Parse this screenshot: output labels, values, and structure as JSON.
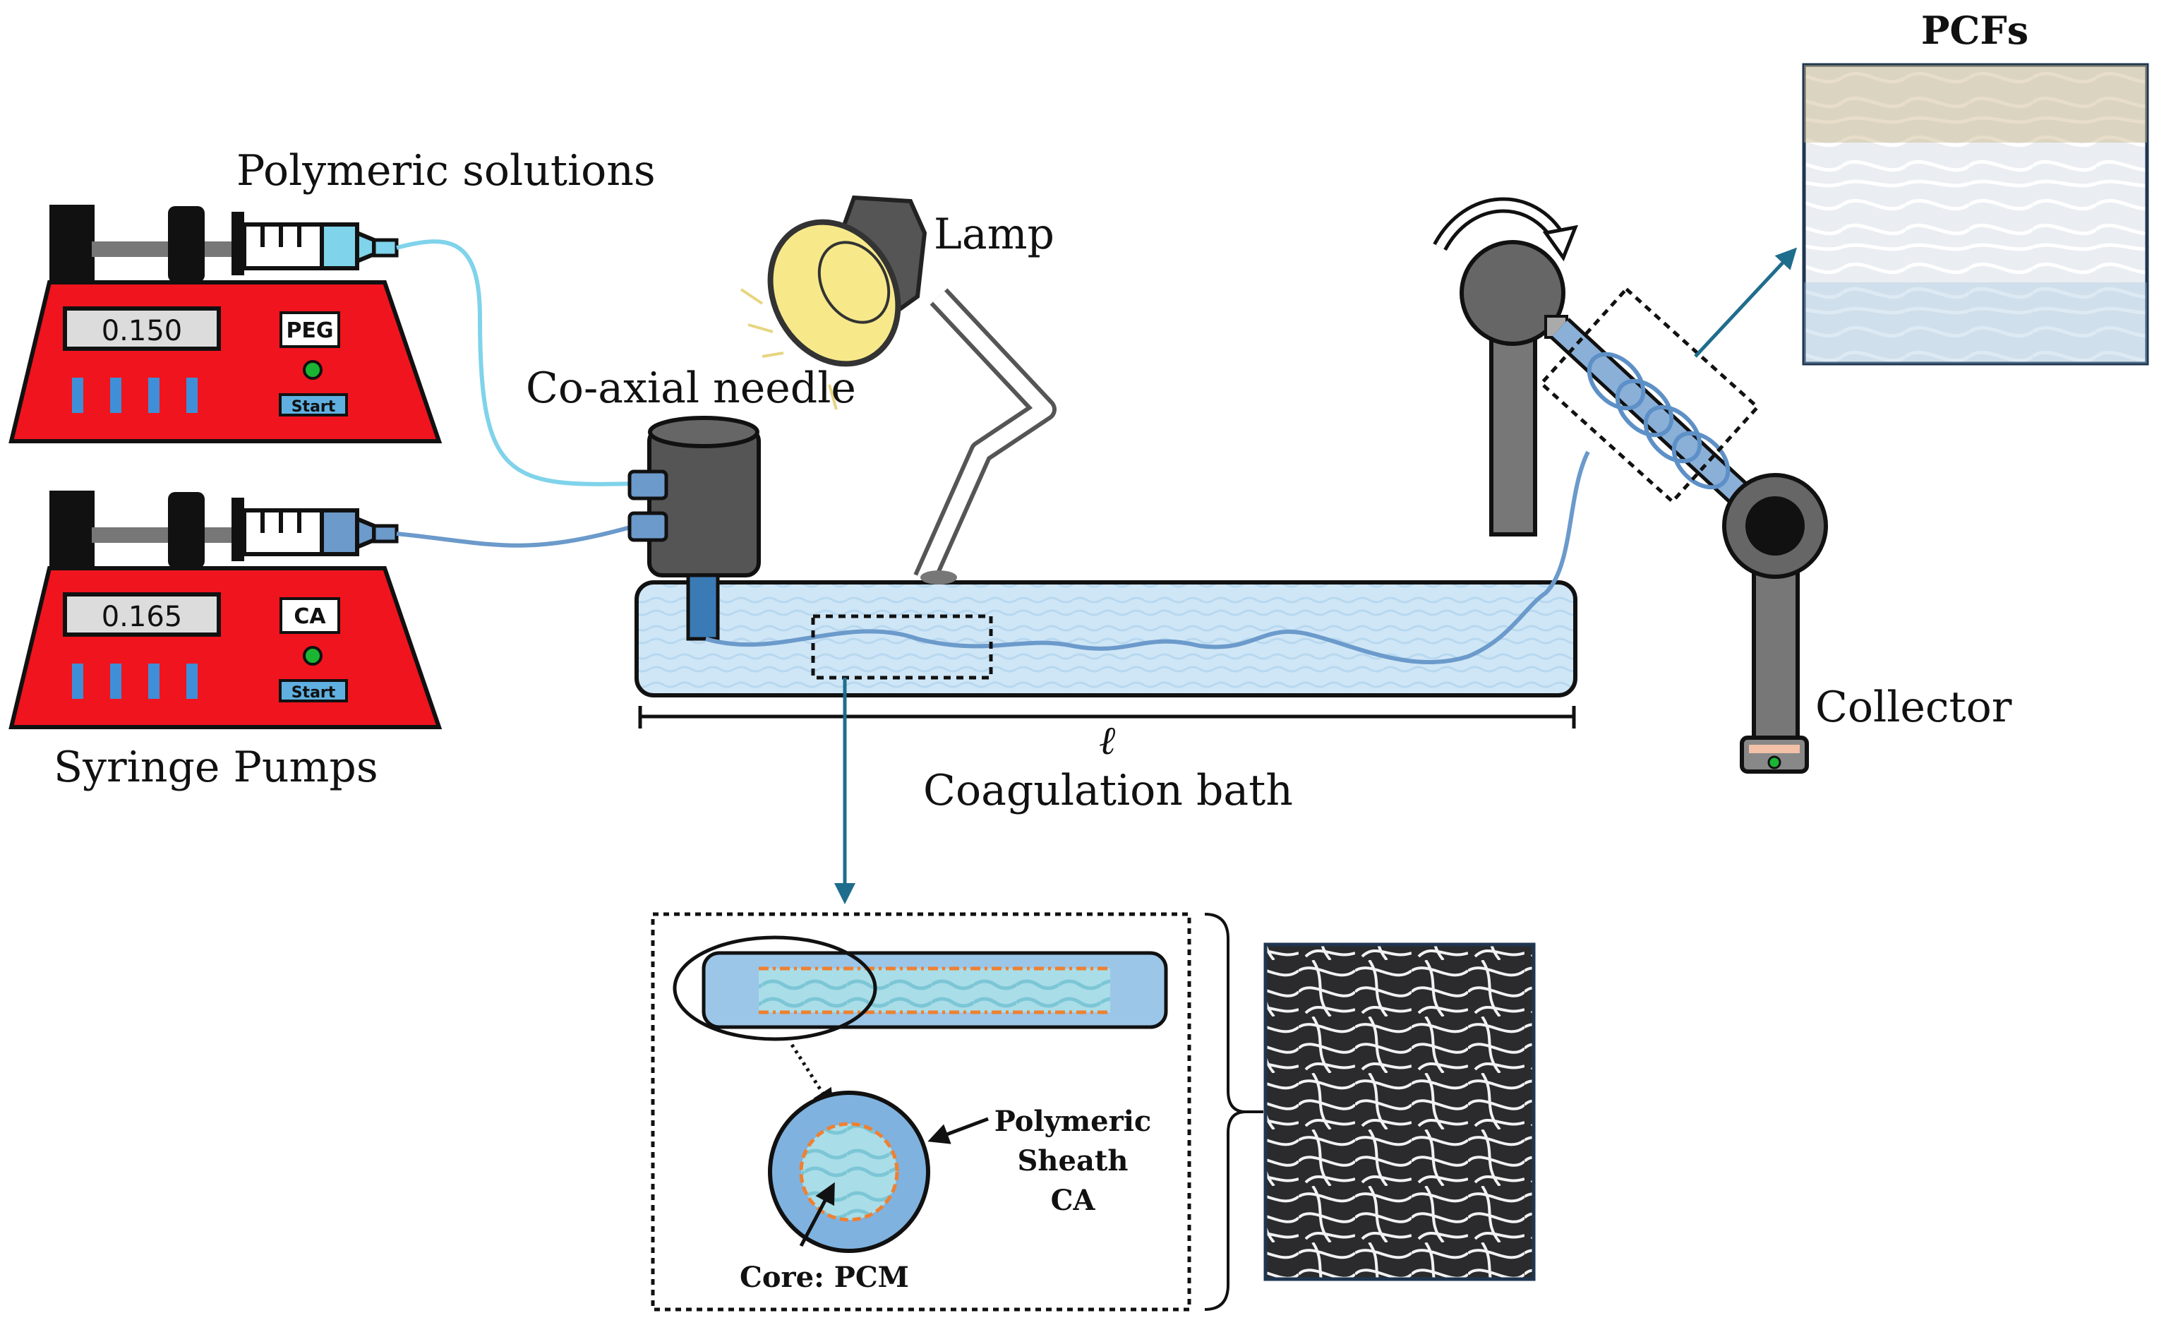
{
  "labels": {
    "polymeric_solutions": "Polymeric solutions",
    "syringe_pumps": "Syringe Pumps",
    "lamp": "Lamp",
    "coaxial_needle": "Co-axial needle",
    "length_symbol": "ℓ",
    "coagulation_bath": "Coagulation bath",
    "collector": "Collector",
    "pcfs": "PCFs",
    "sheath_line1": "Polymeric",
    "sheath_line2": "Sheath",
    "sheath_line3": "CA",
    "core": "Core: PCM"
  },
  "pumps": [
    {
      "display": "0.150",
      "tag": "PEG",
      "button": "Start",
      "syringe_color": "#7fd3ea",
      "tube_color": "#7fd3ea"
    },
    {
      "display": "0.165",
      "tag": "CA",
      "button": "Start",
      "syringe_color": "#6b9acb",
      "tube_color": "#6b9acb"
    }
  ],
  "colors": {
    "pump_red": "#f0141e",
    "bath_blue": "#cfe6f6",
    "fiber_blue": "#6b9acb",
    "arrow_teal": "#1f6d8c",
    "core_orange": "#f08030"
  }
}
